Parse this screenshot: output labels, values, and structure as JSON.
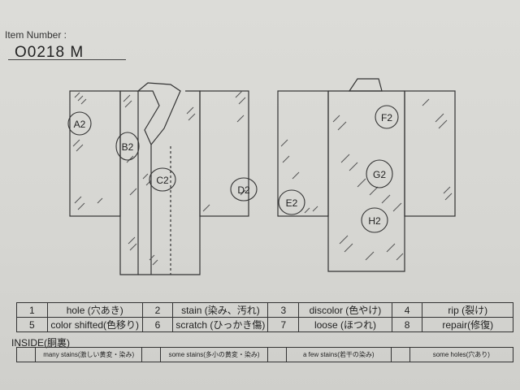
{
  "header": {
    "item_number_label": "Item Number :",
    "item_number_value": "O0218   M"
  },
  "front_marks": [
    {
      "id": "a2",
      "text": "A2"
    },
    {
      "id": "b2",
      "text": "B2"
    },
    {
      "id": "c2",
      "text": "C2"
    },
    {
      "id": "d2",
      "text": "D2"
    }
  ],
  "back_marks": [
    {
      "id": "e2",
      "text": "E2"
    },
    {
      "id": "f2",
      "text": "F2"
    },
    {
      "id": "g2",
      "text": "G2"
    },
    {
      "id": "h2",
      "text": "H2"
    }
  ],
  "legend": [
    {
      "num": "1",
      "label": "hole (穴あき)"
    },
    {
      "num": "2",
      "label": "stain (染み、汚れ)"
    },
    {
      "num": "3",
      "label": "discolor (色やけ)"
    },
    {
      "num": "4",
      "label": "rip (裂け)"
    },
    {
      "num": "5",
      "label": "color shifted(色移り)"
    },
    {
      "num": "6",
      "label": "scratch (ひっかき傷)"
    },
    {
      "num": "7",
      "label": "loose (ほつれ)"
    },
    {
      "num": "8",
      "label": "repair(修復)"
    }
  ],
  "inside": {
    "title": "INSIDE(胴裏)",
    "items": [
      {
        "label": "many stains(激しい黄変・染み)"
      },
      {
        "label": "some stains(多小の黄変・染み)"
      },
      {
        "label": "a few stains(若干の染み)"
      },
      {
        "label": "some holes(穴あり)"
      }
    ]
  }
}
